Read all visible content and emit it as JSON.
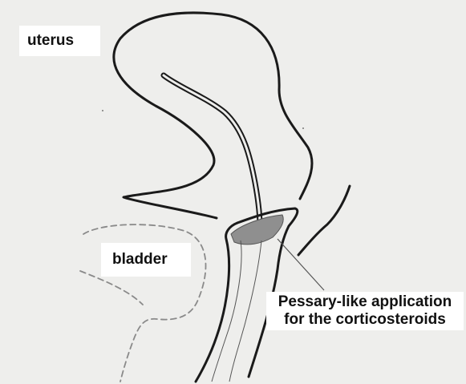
{
  "labels": {
    "uterus": "uterus",
    "bladder": "bladder",
    "pessary_line1": "Pessary-like application",
    "pessary_line2": "for the corticosteroids"
  },
  "colors": {
    "background": "#eeeeec",
    "outline": "#1a1a1a",
    "pessary_fill": "#8f8f8f",
    "bladder_dash": "#8a8a8a",
    "label_bg": "#ffffff"
  }
}
